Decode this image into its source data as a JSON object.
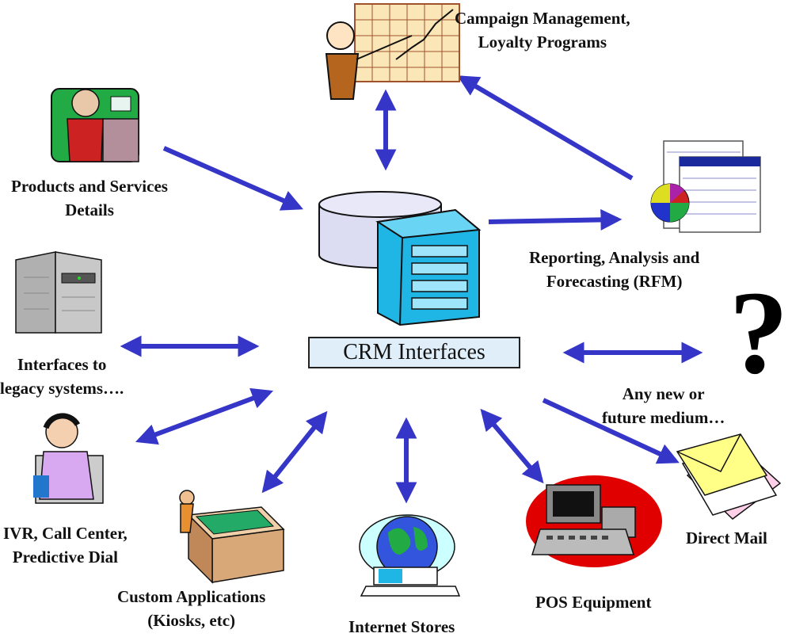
{
  "center": {
    "label": "CRM Interfaces"
  },
  "labels": {
    "campaign": [
      "Campaign Management,",
      "Loyalty Programs"
    ],
    "products": [
      "Products and Services",
      "Details"
    ],
    "reporting": [
      "Reporting, Analysis and",
      "Forecasting (RFM)"
    ],
    "legacy": [
      "Interfaces to",
      "legacy systems…."
    ],
    "new_medium": [
      "Any new or",
      "future medium…"
    ],
    "ivr": [
      "IVR, Call Center,",
      "Predictive Dial"
    ],
    "custom": [
      "Custom Applications",
      "(Kiosks, etc)"
    ],
    "internet": [
      "Internet Stores"
    ],
    "pos": [
      "POS Equipment"
    ],
    "mail": [
      "Direct Mail"
    ]
  },
  "question_mark": "?",
  "colors": {
    "arrow": "#3535c8",
    "box": "#dfeef9",
    "cylinder": "#dcdcf2",
    "server": "#1fb6e6"
  }
}
